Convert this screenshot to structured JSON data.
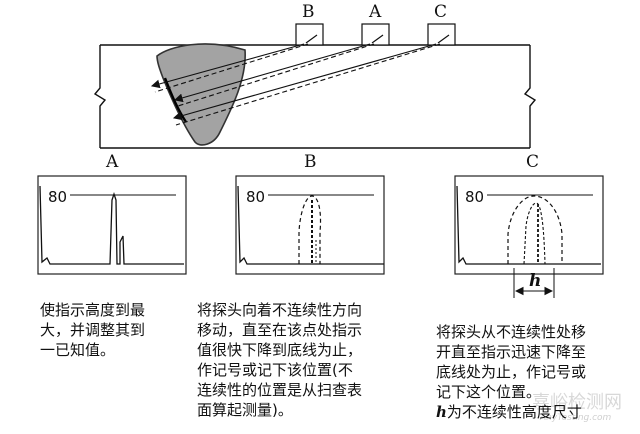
{
  "probes": {
    "b": "B",
    "a": "A",
    "c": "C"
  },
  "screens": {
    "a": {
      "label": "A",
      "scale": "80"
    },
    "b": {
      "label": "B",
      "scale": "80"
    },
    "c": {
      "label": "C",
      "scale": "80"
    }
  },
  "height_symbol": "h",
  "captions": {
    "a": "使指示高度到最\n大，并调整其到\n一已知值。",
    "b": "将探头向着不连续性方向\n移动，直至在该点处指示\n值很快下降到底线为止，\n作记号或记下该位置(不\n连续性的位置是从扫查表\n面算起测量)。",
    "c_main": "将探头从不连续性处移\n开直至指示迅速下降至\n底线处为止，作记号或\n记下这个位置。",
    "c_h": "h",
    "c_tail": "为不连续性高度尺寸"
  },
  "watermark": {
    "cn": "嘉峪检测网",
    "en": "AnyTesting.com"
  },
  "colors": {
    "defect_fill": "#a3a3a3",
    "line": "#111111"
  }
}
